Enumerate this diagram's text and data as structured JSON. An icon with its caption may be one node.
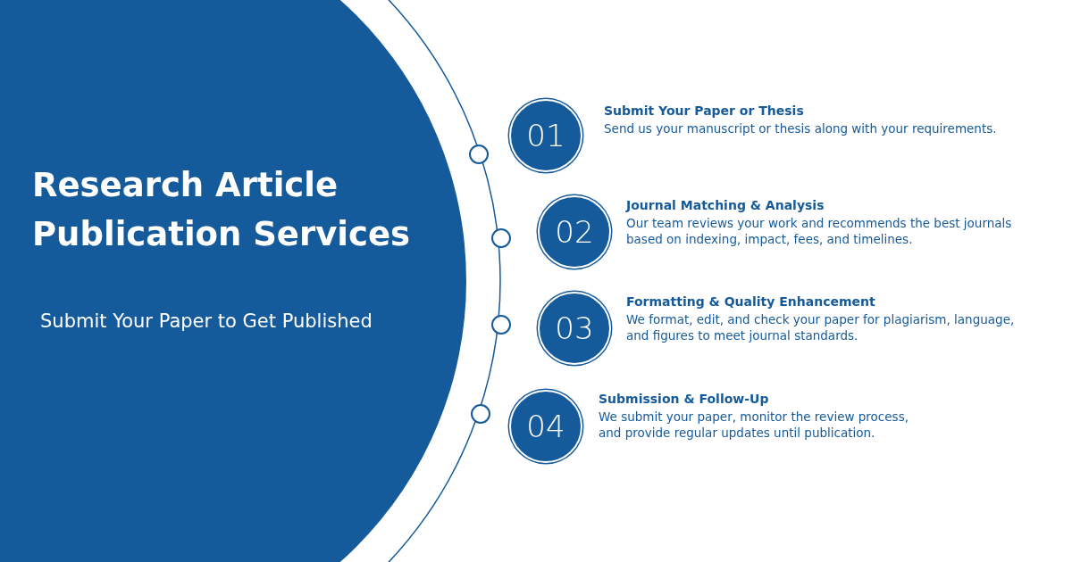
{
  "diagram": {
    "title": "Research Article Publication Services",
    "nodes": [
      {
        "text": [
          "01"
        ],
        "beside": [
          "Submit Your Paper or Thesis",
          "Send us your manuscript or thesis along with your requirements."
        ]
      },
      {
        "text": [
          "02"
        ],
        "beside": [
          "Journal Matching & Analysis",
          "Our team reviews your work and recommends the best journals based on indexing, impact, fees, and timelines."
        ]
      },
      {
        "text": [
          "03"
        ],
        "beside": [
          "Formatting & Quality Enhancement",
          "We format, edit, and check your paper for plagiarism, language, and figures to meet journal standards."
        ]
      },
      {
        "text": [
          "04"
        ],
        "beside": [
          "Submission & Follow-Up",
          "We submit your paper, monitor the review process, and provide regular updates until publication."
        ]
      }
    ],
    "labels": [
      "Submit Your Paper to Get Published"
    ]
  }
}
